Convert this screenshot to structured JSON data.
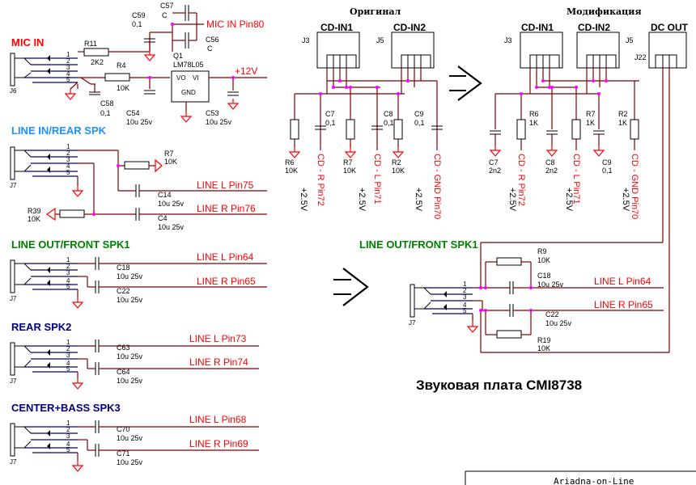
{
  "sections": {
    "mic_in": "MIC IN",
    "line_in": "LINE IN/REAR SPK",
    "line_out": "LINE OUT/FRONT SPK1",
    "rear": "REAR SPK2",
    "center": "CENTER+BASS SPK3",
    "line_out_mod": "LINE OUT/FRONT SPK1"
  },
  "titles": {
    "original": "Оригинал",
    "modification": "Модификация",
    "board": "Звуковая плата CMI8738",
    "footer": "Ariadna-on-Line"
  },
  "nets": {
    "mic_pin": "MIC IN Pin80",
    "plus12": "+12V",
    "line_l_75": "LINE L Pin75",
    "line_r_76": "LINE R Pin76",
    "line_l_64": "LINE L Pin64",
    "line_r_65": "LINE R Pin65",
    "line_l_73": "LINE L Pin73",
    "line_r_74": "LINE R Pin74",
    "line_l_68": "LINE L Pin68",
    "line_r_69": "LINE R Pin69",
    "mod_l_64": "LINE L Pin64",
    "mod_r_65": "LINE R Pin65"
  },
  "connectors": {
    "cd_in1": "CD-IN1",
    "cd_in2": "CD-IN2",
    "dc_out": "DC OUT",
    "j3": "J3",
    "j5": "J5",
    "j22": "J22",
    "j6": "J6",
    "j7": "J7"
  },
  "cd_nets": {
    "cd_r": "CD - R Pin72",
    "cd_l": "CD - L Pin71",
    "cd_gnd": "CD - GND Pin70",
    "v5": "+2.5V"
  },
  "pins": [
    "1",
    "2",
    "3",
    "4",
    "5"
  ],
  "components": {
    "r11": "R11",
    "r11v": "2K2",
    "c59": "C59",
    "c59v": "0,1",
    "c57": "C57",
    "c57v": "C",
    "c56": "C56",
    "c56v": "C",
    "r4": "R4",
    "r4v": "10K",
    "q1": "Q1",
    "q1v": "LM78L05",
    "vo": "VO",
    "vi": "VI",
    "gnd": "GND",
    "c58": "C58",
    "c58v": "0,1",
    "c54": "C54",
    "c54v": "10u 25v",
    "c53": "C53",
    "c53v": "10u 25v",
    "r7": "R7",
    "r7v": "10K",
    "c14": "C14",
    "c14v": "10u 25v",
    "r39": "R39",
    "r39v": "10K",
    "c4": "C4",
    "c4v": "10u 25v",
    "c18": "C18",
    "c18v": "10u 25v",
    "c22": "C22",
    "c22v": "10u 25v",
    "c63": "C63",
    "c63v": "10u 25v",
    "c64": "C64",
    "c64v": "10u 25v",
    "c70": "C70",
    "c70v": "10u 25v",
    "c71": "C71",
    "c71v": "10u 25v",
    "o_c7": "C7",
    "o_c7v": "0,1",
    "o_c8": "C8",
    "o_c8v": "0,1",
    "o_c9": "C9",
    "o_c9v": "0,1",
    "o_r6": "R6",
    "o_r6v": "10K",
    "o_r7": "R7",
    "o_r7v": "10K",
    "o_r2": "R2",
    "o_r2v": "10K",
    "m_r6": "R6",
    "m_r6v": "1K",
    "m_r7": "R7",
    "m_r7v": "1K",
    "m_r2": "R2",
    "m_r2v": "1K",
    "m_c7": "C7",
    "m_c7v": "2n2",
    "m_c8": "C8",
    "m_c8v": "2n2",
    "m_c9": "C9",
    "m_c9v": "0,1",
    "m_r9": "R9",
    "m_r9v": "10K",
    "m_c18": "C18",
    "m_c18v": "10u 25v",
    "m_c22": "C22",
    "m_c22v": "10u 25v",
    "m_r19": "R19",
    "m_r19v": "10K"
  },
  "arrows": [
    "=>",
    "=>"
  ]
}
